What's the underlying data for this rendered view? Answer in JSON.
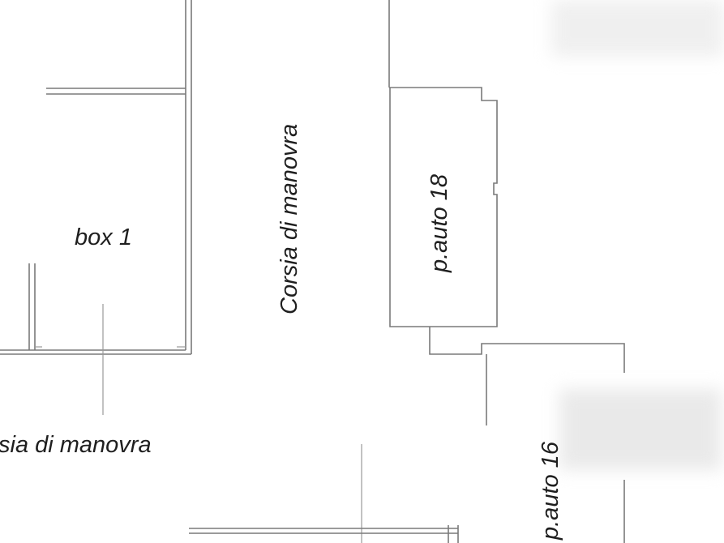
{
  "labels": {
    "box_1": "box 1",
    "corsia_vertical": "Corsia di manovra",
    "corsia_bottom": "sia di manovra",
    "p_auto_18": "p.auto 18",
    "p_auto_16": "p.auto 16"
  },
  "colors": {
    "background": "#ffffff",
    "line": "#7a7a7a",
    "text": "#1f1f1f"
  }
}
